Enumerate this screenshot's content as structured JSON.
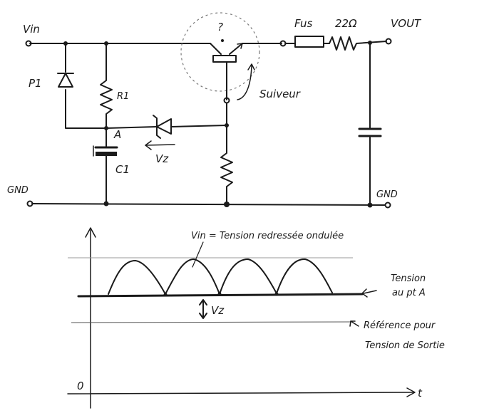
{
  "schematic": {
    "vin": "Vin",
    "vout": "VOUT",
    "gnd_left": "GND",
    "gnd_right": "GND",
    "p1": "P1",
    "r1": "R1",
    "node_a": "A",
    "c1": "C1",
    "vz": "Vz",
    "fus": "Fus",
    "resistor_value": "22Ω",
    "question_mark": "?",
    "suiveur": "Suiveur"
  },
  "waveform": {
    "vin_note": "Vin = Tension redressée ondulée",
    "tension_pt_a_line1": "Tension",
    "tension_pt_a_line2": "au pt A",
    "vz": "Vz",
    "reference_line1": "Référence pour",
    "reference_line2": "Tension de Sortie",
    "origin": "0",
    "t_axis": "t"
  }
}
